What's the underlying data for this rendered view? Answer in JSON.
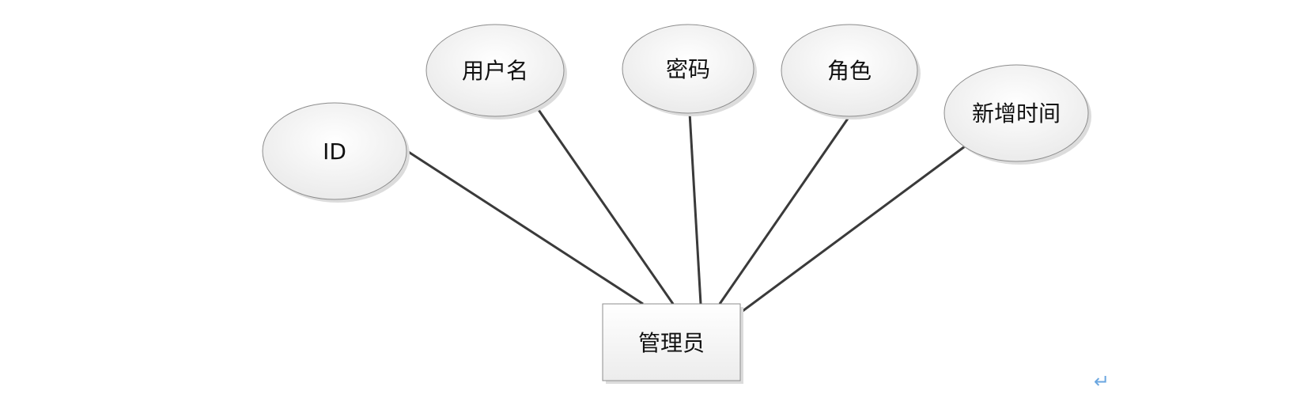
{
  "diagram": {
    "entity": {
      "label": "管理员"
    },
    "attributes": [
      {
        "key": "id",
        "label": "ID"
      },
      {
        "key": "username",
        "label": "用户名"
      },
      {
        "key": "password",
        "label": "密码"
      },
      {
        "key": "role",
        "label": "角色"
      },
      {
        "key": "created",
        "label": "新增时间"
      }
    ],
    "paragraph_mark": "↵"
  }
}
